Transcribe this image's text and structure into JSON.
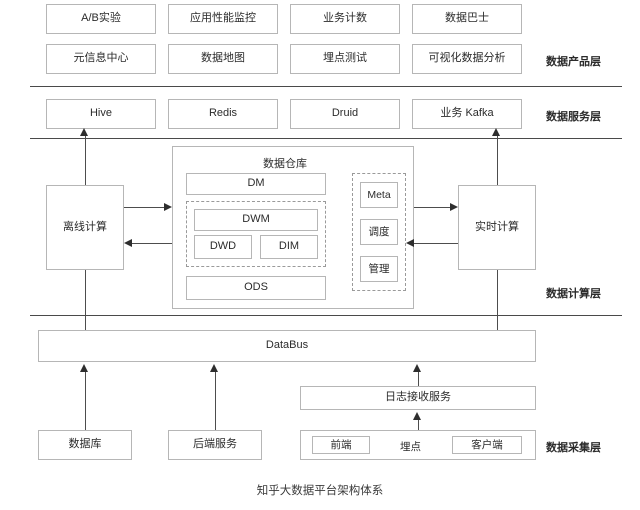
{
  "caption": "知乎大数据平台架构体系",
  "layers": [
    {
      "id": "product",
      "label": "数据产品层"
    },
    {
      "id": "service",
      "label": "数据服务层"
    },
    {
      "id": "compute",
      "label": "数据计算层"
    },
    {
      "id": "collect",
      "label": "数据采集层"
    }
  ],
  "product_layer": {
    "row1": [
      {
        "label": "A/B实验"
      },
      {
        "label": "应用性能监控"
      },
      {
        "label": "业务计数"
      },
      {
        "label": "数据巴士"
      }
    ],
    "row2": [
      {
        "label": "元信息中心"
      },
      {
        "label": "数据地图"
      },
      {
        "label": "埋点测试"
      },
      {
        "label": "可视化数据分析"
      }
    ]
  },
  "service_layer": {
    "items": [
      {
        "label": "Hive"
      },
      {
        "label": "Redis"
      },
      {
        "label": "Druid"
      },
      {
        "label": "业务 Kafka"
      }
    ]
  },
  "compute_layer": {
    "offline": {
      "label": "离线计算"
    },
    "realtime": {
      "label": "实时计算"
    },
    "warehouse": {
      "title": "数据仓库",
      "dm": {
        "label": "DM"
      },
      "dwm": {
        "label": "DWM"
      },
      "dwd": {
        "label": "DWD"
      },
      "dim": {
        "label": "DIM"
      },
      "ods": {
        "label": "ODS"
      }
    },
    "governance": {
      "items": [
        {
          "label": "Meta"
        },
        {
          "label": "调度"
        },
        {
          "label": "管理"
        }
      ]
    }
  },
  "databus": {
    "label": "DataBus"
  },
  "collect_layer": {
    "log_service": {
      "label": "日志接收服务"
    },
    "sources": [
      {
        "label": "数据库"
      },
      {
        "label": "后端服务"
      }
    ],
    "tracking": {
      "label": "埋点",
      "frontend": {
        "label": "前端"
      },
      "client": {
        "label": "客户端"
      }
    }
  },
  "colors": {
    "box_border": "#b6b6b6",
    "divider": "#4a4a4a",
    "connector": "#4d4d4d",
    "text": "#2b2b2b",
    "background": "#ffffff"
  }
}
